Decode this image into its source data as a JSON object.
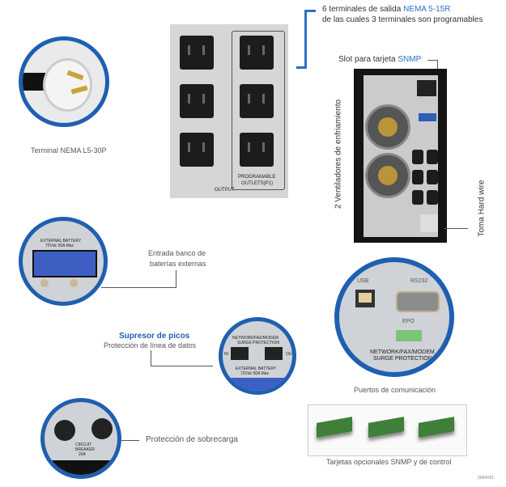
{
  "outlets_callout": {
    "line1_prefix": "6 terminales de salida ",
    "line1_highlight": "NEMA 5-15R",
    "line2": "de las cuales 3 terminales son programables"
  },
  "snmp_slot": {
    "prefix": "Slot para tarjeta ",
    "highlight": "SNMP"
  },
  "plug": {
    "caption": "Terminal NEMA L5-30P"
  },
  "outlet_panel": {
    "output_label": "OUTPUT",
    "programable_label": "PROGRAMABLE",
    "programable_sub": "OUTLETS(P1)"
  },
  "fans": {
    "caption": "2 Ventiladores de enfriamiento"
  },
  "hardwire": {
    "caption": "Toma Hard wire"
  },
  "battery": {
    "caption_line1": "Entrada banco de",
    "caption_line2": "baterías externas",
    "panel_label_line1": "EXTERNAL BATTERY",
    "panel_label_line2": "72Vdc 50A Max"
  },
  "surge": {
    "title": "Supresor de picos",
    "subtitle": "Protección de línea de datos",
    "panel_label_line1": "NETWORK/FAX/MODEM",
    "panel_label_line2": "SURGE PROTECTION",
    "in": "IN",
    "out": "OUT",
    "battery_line1": "EXTERNAL BATTERY",
    "battery_line2": "72Vdc 50A Max"
  },
  "comm": {
    "caption": "Puertos de comunicación",
    "usb": "USB",
    "rs232": "RS232",
    "epo": "EPO",
    "network_line1": "NETWORK/FAX/MODEM",
    "network_line2": "SURGE PROTECTION"
  },
  "cards": {
    "caption": "Tarjetas opcionales SNMP y de control"
  },
  "breaker": {
    "caption": "Protección de sobrecarga",
    "label_line1": "CIRCUIT",
    "label_line2": "BREAKER",
    "label_line3": "20A"
  },
  "footer_code": "2004V01",
  "colors": {
    "accent": "#2a6fc9",
    "ring": "#1f5fb0"
  }
}
